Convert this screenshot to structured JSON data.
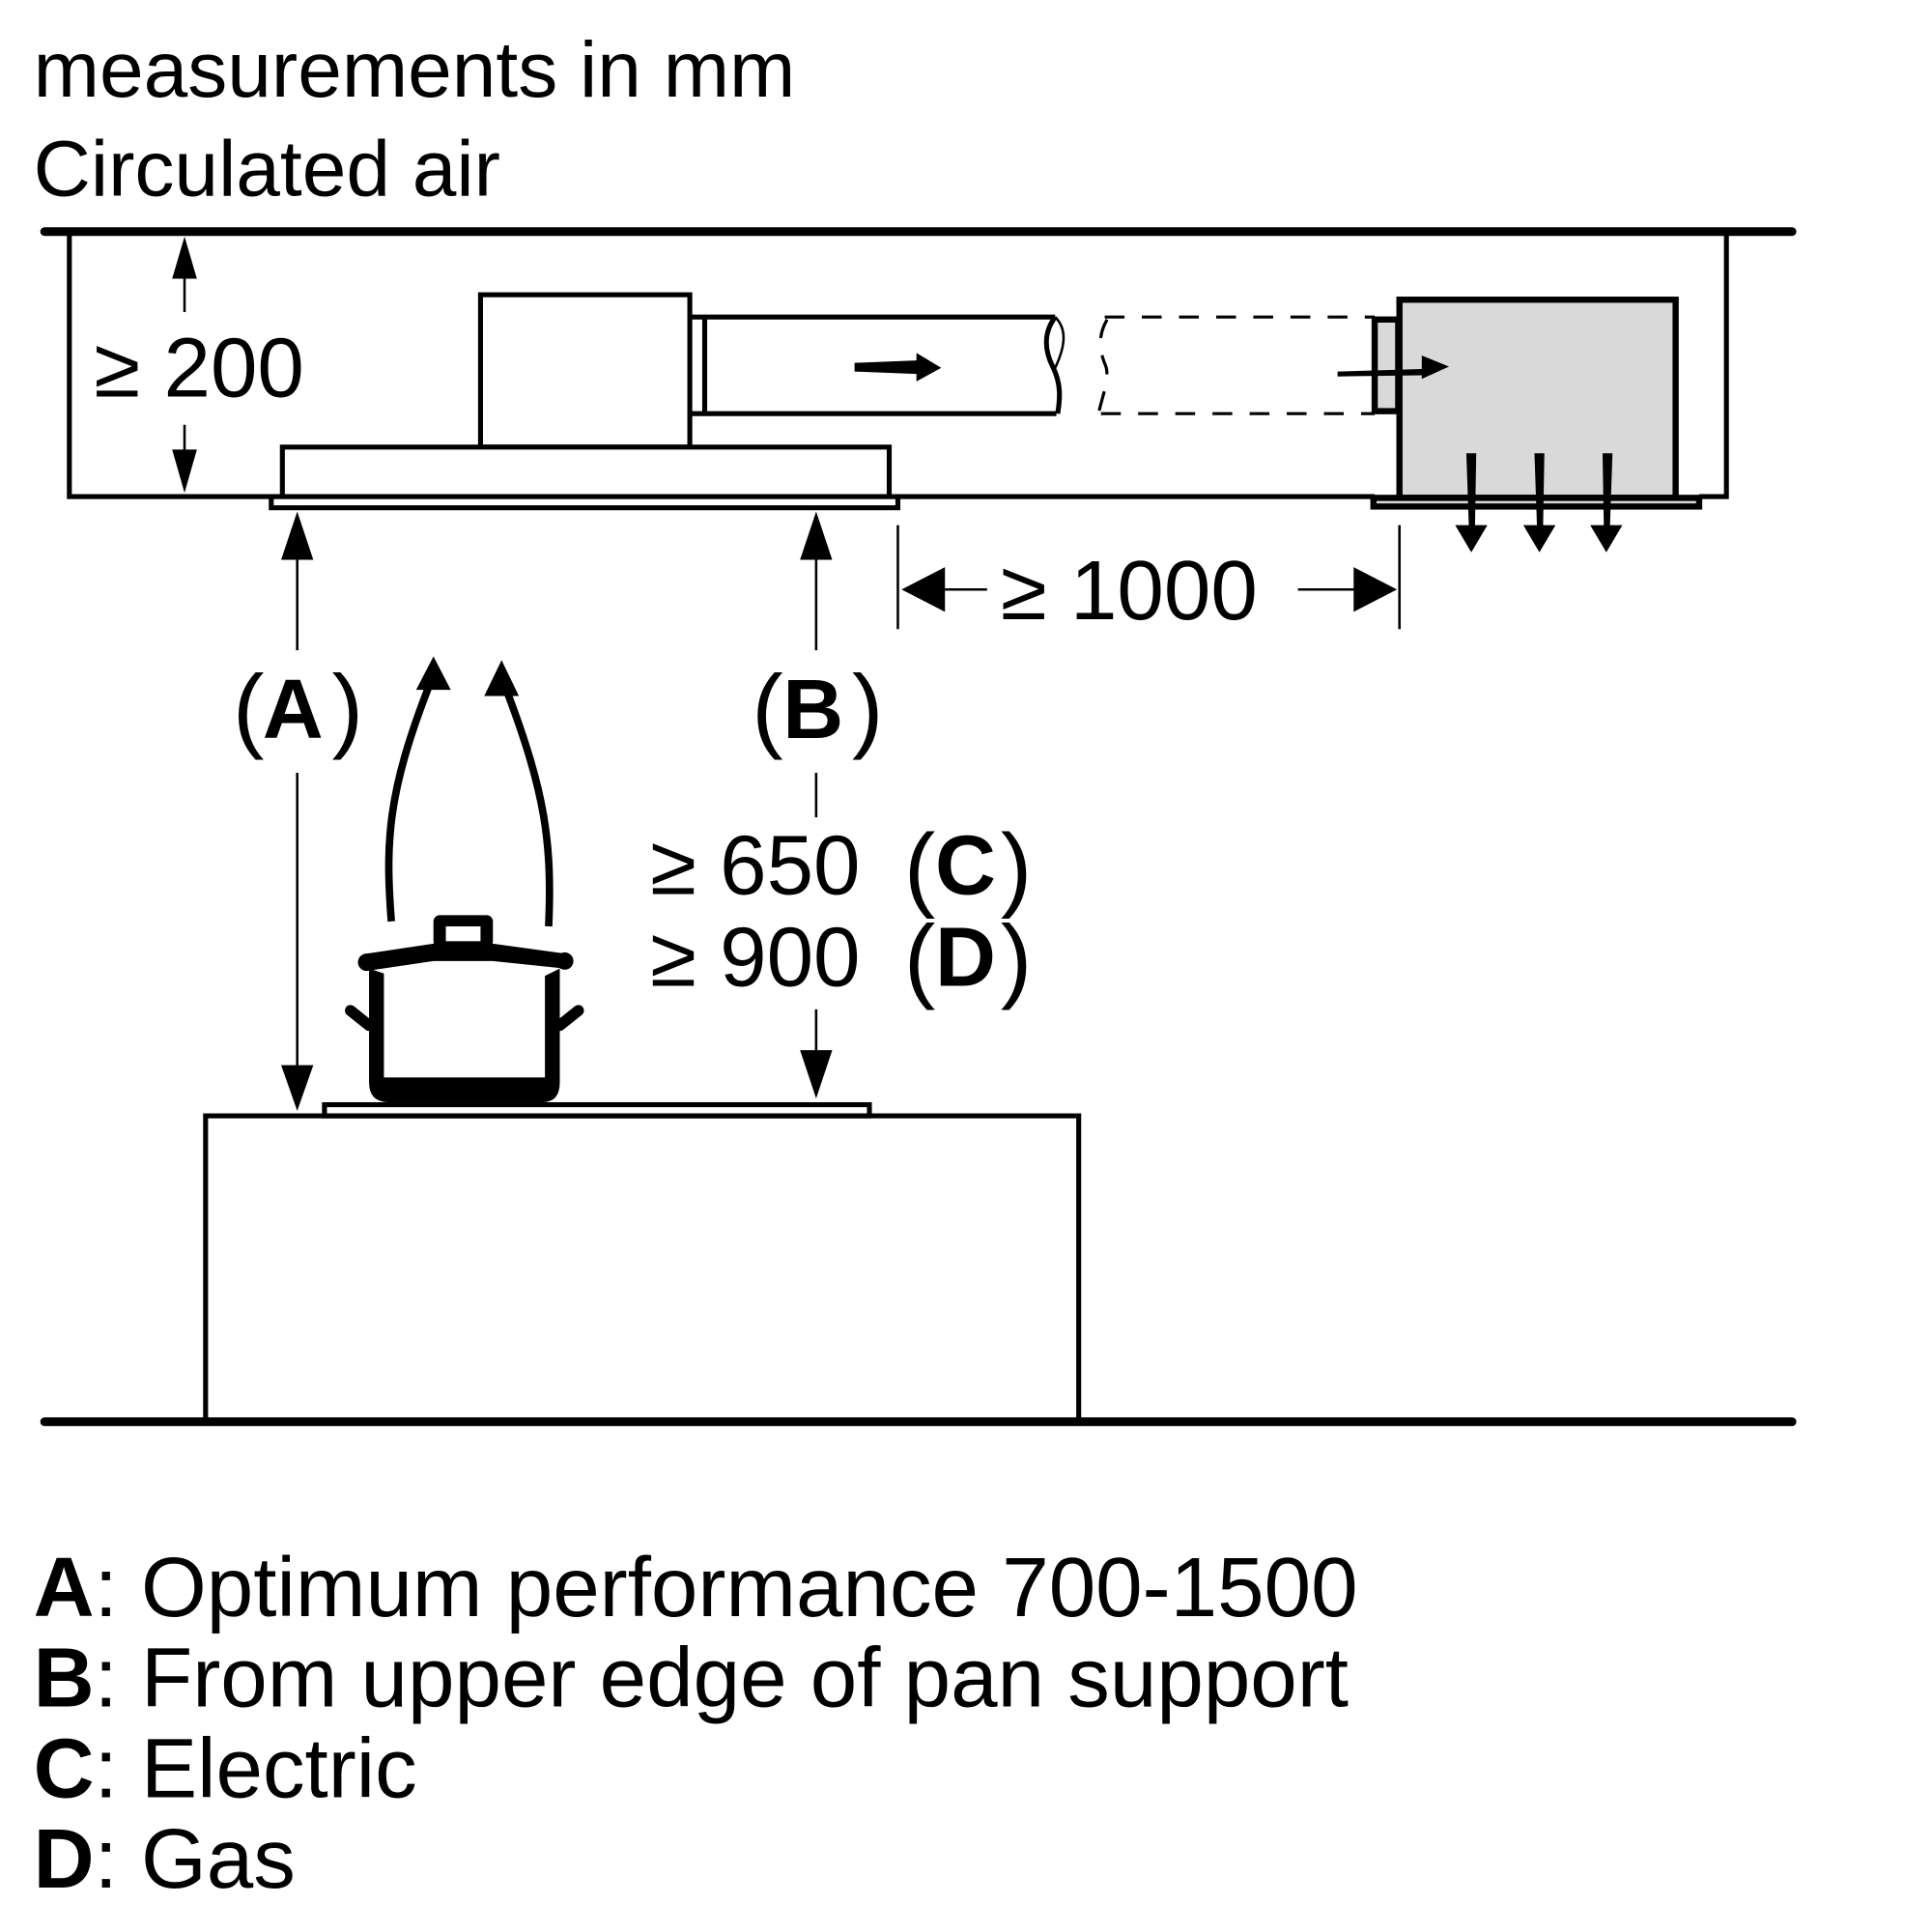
{
  "header": {
    "units_note": "measurements in mm",
    "mode_title": "Circulated air"
  },
  "dimensions": {
    "ceiling_clearance": "≥ 200",
    "module_distance": "≥ 1000",
    "label_a": "A",
    "label_b": "B",
    "height_electric_value": "≥ 650",
    "height_electric_label": "C",
    "height_gas_value": "≥ 900",
    "height_gas_label": "D",
    "paren_open": "(",
    "paren_close": ")"
  },
  "colors": {
    "line": "#000000",
    "recirculation_module_fill": "#d9d9d9",
    "background": "#ffffff"
  },
  "legend": [
    {
      "key": "A",
      "sep": ":",
      "text": " Optimum performance 700-1500"
    },
    {
      "key": "B",
      "sep": ":",
      "text": " From upper edge of pan support"
    },
    {
      "key": "C",
      "sep": ":",
      "text": " Electric"
    },
    {
      "key": "D",
      "sep": ":",
      "text": " Gas"
    }
  ]
}
